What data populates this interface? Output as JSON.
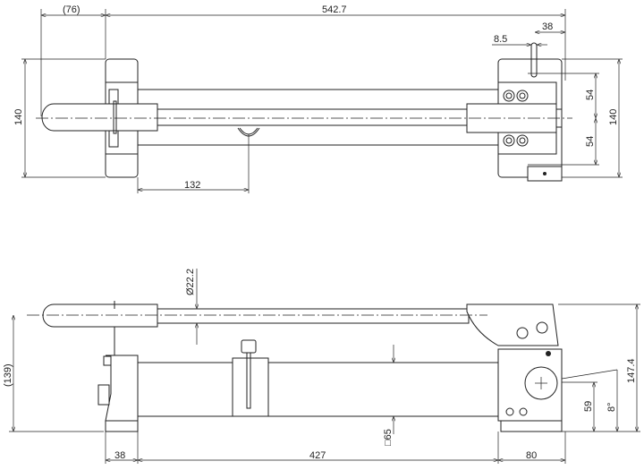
{
  "top_view": {
    "dims": {
      "overall_length": "542.7",
      "handle_overhang": "(76)",
      "right_offset": "38",
      "pin_width": "8.5",
      "left_height": "140",
      "right_upper": "54",
      "right_lower": "54",
      "right_height": "140",
      "clip_position": "132"
    }
  },
  "side_view": {
    "dims": {
      "tube_diameter": "Ø22.2",
      "handle_height": "(139)",
      "beam_section": "□65",
      "overall_height": "147.4",
      "gauge_height": "59",
      "angle": "8°",
      "left_width": "38",
      "span": "427",
      "right_width": "80"
    }
  }
}
